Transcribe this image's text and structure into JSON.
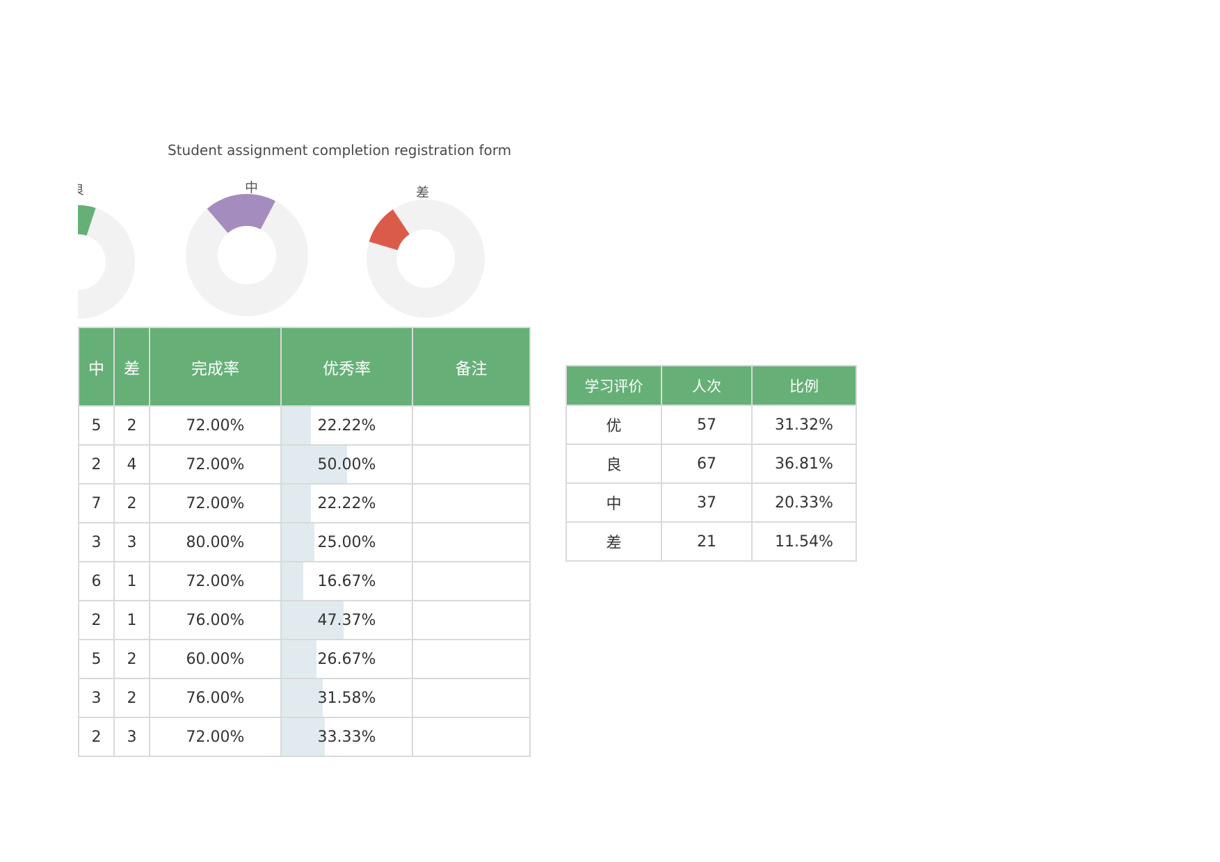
{
  "title": "Student assignment completion registration form",
  "donuts": [
    {
      "label": "良",
      "fraction": 0.06,
      "color": "#66b077"
    },
    {
      "label": "中",
      "fraction": 0.19,
      "color": "#a58cbf"
    },
    {
      "label": "差",
      "fraction": 0.11,
      "color": "#db5b4b"
    }
  ],
  "main_table": {
    "headers": [
      "中",
      "差",
      "完成率",
      "优秀率",
      "备注"
    ],
    "rows": [
      {
        "mid": "5",
        "poor": "2",
        "completion": "72.00%",
        "excellent": "22.22%",
        "excellent_value": 0.2222,
        "note": ""
      },
      {
        "mid": "2",
        "poor": "4",
        "completion": "72.00%",
        "excellent": "50.00%",
        "excellent_value": 0.5,
        "note": ""
      },
      {
        "mid": "7",
        "poor": "2",
        "completion": "72.00%",
        "excellent": "22.22%",
        "excellent_value": 0.2222,
        "note": ""
      },
      {
        "mid": "3",
        "poor": "3",
        "completion": "80.00%",
        "excellent": "25.00%",
        "excellent_value": 0.25,
        "note": ""
      },
      {
        "mid": "6",
        "poor": "1",
        "completion": "72.00%",
        "excellent": "16.67%",
        "excellent_value": 0.1667,
        "note": ""
      },
      {
        "mid": "2",
        "poor": "1",
        "completion": "76.00%",
        "excellent": "47.37%",
        "excellent_value": 0.4737,
        "note": ""
      },
      {
        "mid": "5",
        "poor": "2",
        "completion": "60.00%",
        "excellent": "26.67%",
        "excellent_value": 0.2667,
        "note": ""
      },
      {
        "mid": "3",
        "poor": "2",
        "completion": "76.00%",
        "excellent": "31.58%",
        "excellent_value": 0.3158,
        "note": ""
      },
      {
        "mid": "2",
        "poor": "3",
        "completion": "72.00%",
        "excellent": "33.33%",
        "excellent_value": 0.3333,
        "note": ""
      }
    ]
  },
  "summary_table": {
    "headers": [
      "学习评价",
      "人次",
      "比例"
    ],
    "rows": [
      {
        "grade": "优",
        "count": "57",
        "ratio": "31.32%"
      },
      {
        "grade": "良",
        "count": "67",
        "ratio": "36.81%"
      },
      {
        "grade": "中",
        "count": "37",
        "ratio": "20.33%"
      },
      {
        "grade": "差",
        "count": "21",
        "ratio": "11.54%"
      }
    ]
  }
}
